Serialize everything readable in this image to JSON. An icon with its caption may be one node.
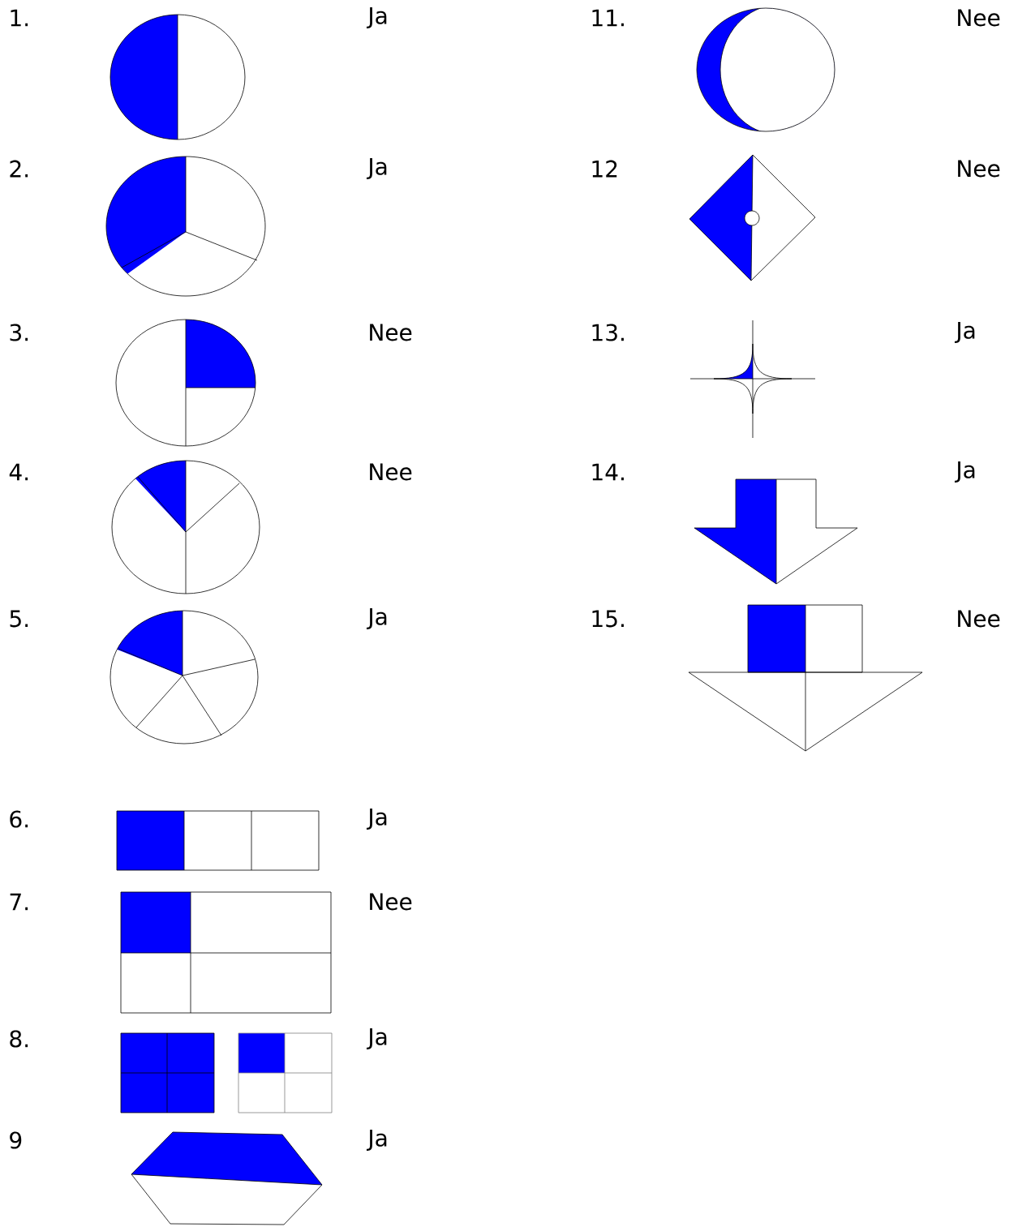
{
  "diagram": {
    "labels": [
      "1.",
      "Ja",
      "11.",
      "Nee",
      "2.",
      "Ja",
      "12",
      "Nee",
      "3.",
      "Nee",
      "13.",
      "Ja",
      "4.",
      "Nee",
      "14.",
      "Ja",
      "5.",
      "Ja",
      "15.",
      "Nee",
      "6.",
      "Ja",
      "7.",
      "Nee",
      "8.",
      "Ja",
      "9",
      "Ja"
    ]
  }
}
